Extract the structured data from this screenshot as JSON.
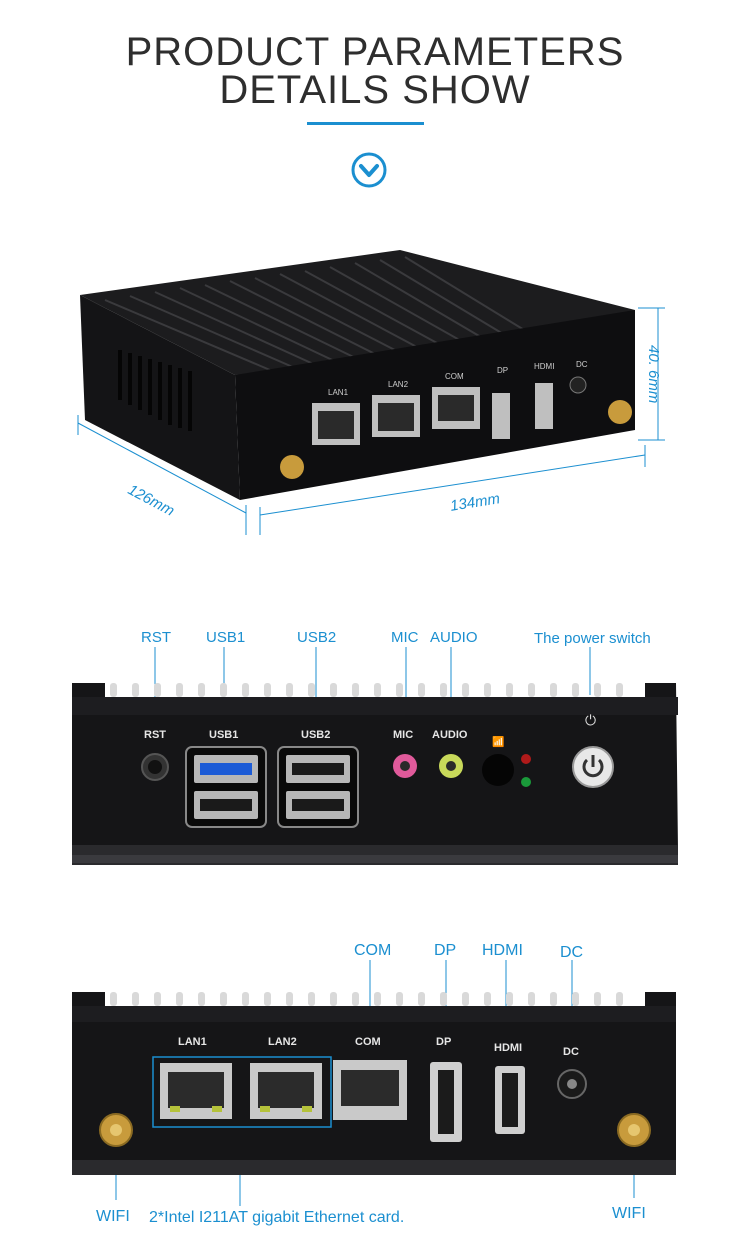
{
  "header": {
    "title_line1": "PRODUCT PARAMETERS",
    "title_line2": "DETAILS SHOW",
    "accent_color": "#1b8fd0",
    "scroll_icon": "chevron-down-circle-icon"
  },
  "dimensions": {
    "height": "40. 6mm",
    "depth": "126mm",
    "width": "134mm"
  },
  "top_view_ports": {
    "lan1": "LAN1",
    "lan2": "LAN2",
    "com": "COM",
    "dp": "DP",
    "hdmi": "HDMI",
    "dc": "DC"
  },
  "front_panel": {
    "callouts": {
      "rst": "RST",
      "usb1": "USB1",
      "usb2": "USB2",
      "mic": "MIC",
      "audio": "AUDIO",
      "power": "The power switch"
    },
    "labels": {
      "rst": "RST",
      "usb1": "USB1",
      "usb2": "USB2",
      "mic": "MIC",
      "audio": "AUDIO"
    }
  },
  "rear_panel": {
    "callouts": {
      "com": "COM",
      "dp": "DP",
      "hdmi": "HDMI",
      "dc": "DC",
      "wifi_left": "WIFI",
      "wifi_right": "WIFI",
      "ethernet": "2*Intel I211AT gigabit Ethernet card."
    },
    "labels": {
      "lan1": "LAN1",
      "lan2": "LAN2",
      "com": "COM",
      "dp": "DP",
      "hdmi": "HDMI",
      "dc": "DC"
    }
  }
}
